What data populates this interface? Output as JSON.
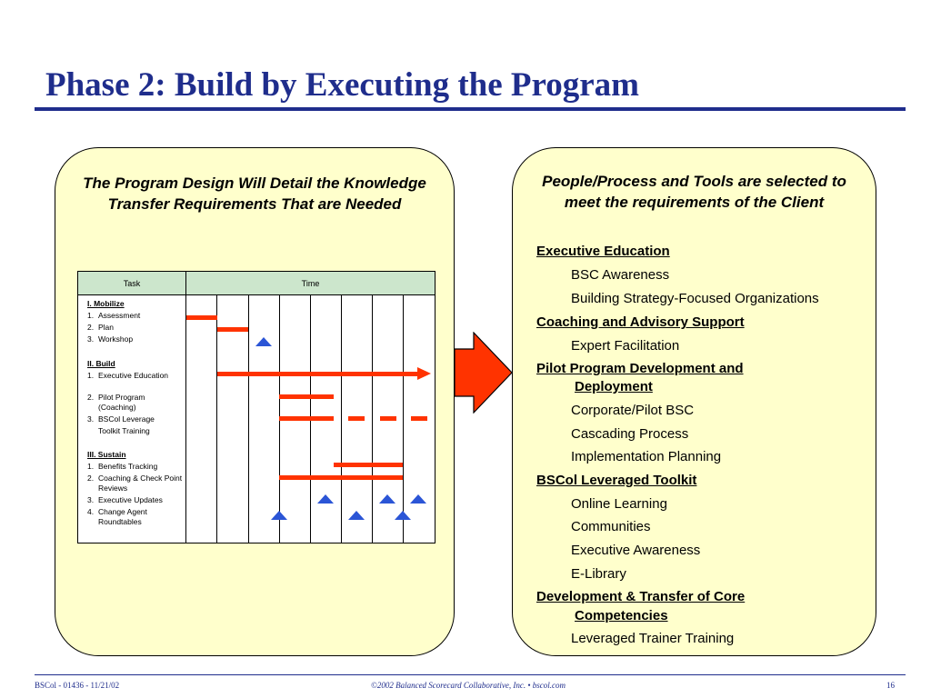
{
  "slide": {
    "title": "Phase 2:  Build by Executing the Program"
  },
  "left_panel": {
    "heading": "The Program Design Will Detail the Knowledge Transfer Requirements That are Needed",
    "gantt": {
      "task_header": "Task",
      "time_header": "Time",
      "sections": [
        {
          "label": "I. Mobilize",
          "items": [
            {
              "num": "1.",
              "text": "Assessment"
            },
            {
              "num": "2.",
              "text": "Plan"
            },
            {
              "num": "3.",
              "text": "Workshop"
            }
          ]
        },
        {
          "label": "II. Build",
          "items": [
            {
              "num": "1.",
              "text": "Executive Education"
            },
            {
              "num": "2.",
              "text": "Pilot Program (Coaching)"
            },
            {
              "num": "3.",
              "text": "BSCol Leverage"
            },
            {
              "num": "",
              "text": "Toolkit Training"
            }
          ]
        },
        {
          "label": "III. Sustain",
          "items": [
            {
              "num": "1.",
              "text": "Benefits Tracking"
            },
            {
              "num": "2.",
              "text": "Coaching & Check Point Reviews"
            },
            {
              "num": "3.",
              "text": "Executive Updates"
            },
            {
              "num": "4.",
              "text": "Change Agent Roundtables"
            }
          ]
        }
      ]
    }
  },
  "right_panel": {
    "heading": "People/Process and Tools are selected to meet the requirements of the Client",
    "groups": [
      {
        "title": "Executive Education",
        "items": [
          "BSC Awareness",
          "Building Strategy-Focused Organizations"
        ]
      },
      {
        "title": "Coaching and Advisory Support",
        "items": [
          "Expert Facilitation"
        ]
      },
      {
        "title": "Pilot Program Development and",
        "title_cont": "Deployment",
        "items": [
          "Corporate/Pilot BSC",
          "Cascading Process",
          "Implementation Planning"
        ]
      },
      {
        "title": "BSCol Leveraged Toolkit",
        "items": [
          "Online Learning",
          "Communities",
          "Executive Awareness",
          "E-Library"
        ]
      },
      {
        "title": "Development & Transfer of Core",
        "title_cont": "Competencies",
        "items": [
          "Leveraged Trainer Training"
        ]
      }
    ]
  },
  "footer": {
    "left": "BSCol - 01436 - 11/21/02",
    "center": "©2002 Balanced Scorecard Collaborative, Inc.  •  bscol.com",
    "page": "16"
  },
  "colors": {
    "title": "#1f2d8c",
    "panel_fill": "#ffffcc",
    "gantt_header": "#cce6cc",
    "bar": "#ff3300",
    "milestone": "#2b55d6"
  }
}
